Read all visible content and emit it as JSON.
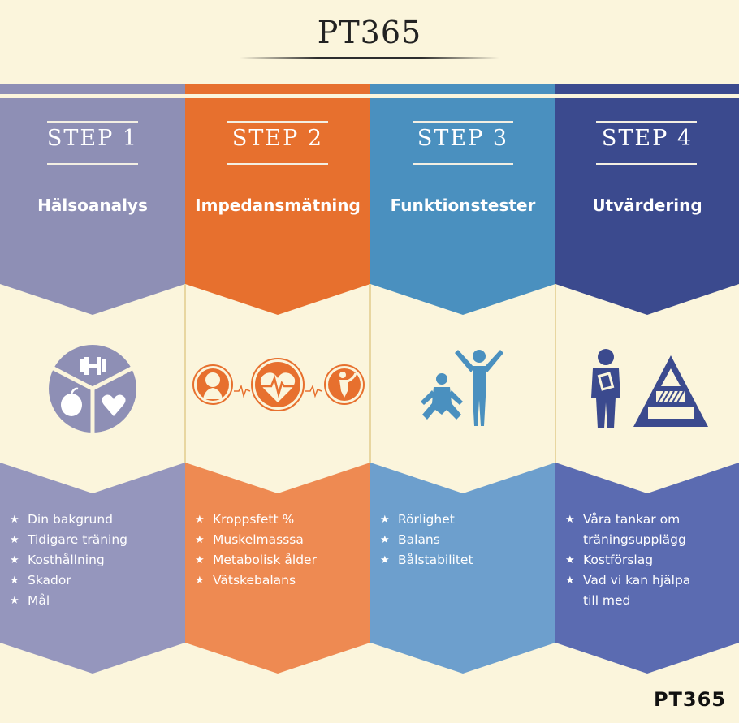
{
  "title": "PT365",
  "brand": "PT365",
  "steps": [
    {
      "step": "STEP 1",
      "title": "Hälsoanalys",
      "color_head": "#8e8fb5",
      "color_foot": "#9596bd",
      "icon": "health-pie-icon",
      "bullets": [
        "Din bakgrund",
        "Tidigare träning",
        "Kosthållning",
        "Skador",
        "Mål"
      ]
    },
    {
      "step": "STEP 2",
      "title": "Impedansmätning",
      "color_head": "#e7702e",
      "color_foot": "#ee8a52",
      "icon": "heart-rate-icon",
      "bullets": [
        "Kroppsfett %",
        "Muskelmasssa",
        "Metabolisk ålder",
        "Vätskebalans"
      ]
    },
    {
      "step": "STEP 3",
      "title": "Funktionstester",
      "color_head": "#4a90bf",
      "color_foot": "#6d9fcd",
      "icon": "exercise-people-icon",
      "bullets": [
        "Rörlighet",
        "Balans",
        "Bålstabilitet"
      ]
    },
    {
      "step": "STEP 4",
      "title": "Utvärdering",
      "color_head": "#3b4a8e",
      "color_foot": "#5b6bb1",
      "icon": "evaluation-pyramid-icon",
      "bullets": [
        "Våra tankar om",
        "träningsupplägg",
        "Kostförslag",
        "Vad vi kan hjälpa",
        "till med"
      ],
      "bullet_star_indexes": [
        0,
        2,
        3
      ]
    }
  ]
}
